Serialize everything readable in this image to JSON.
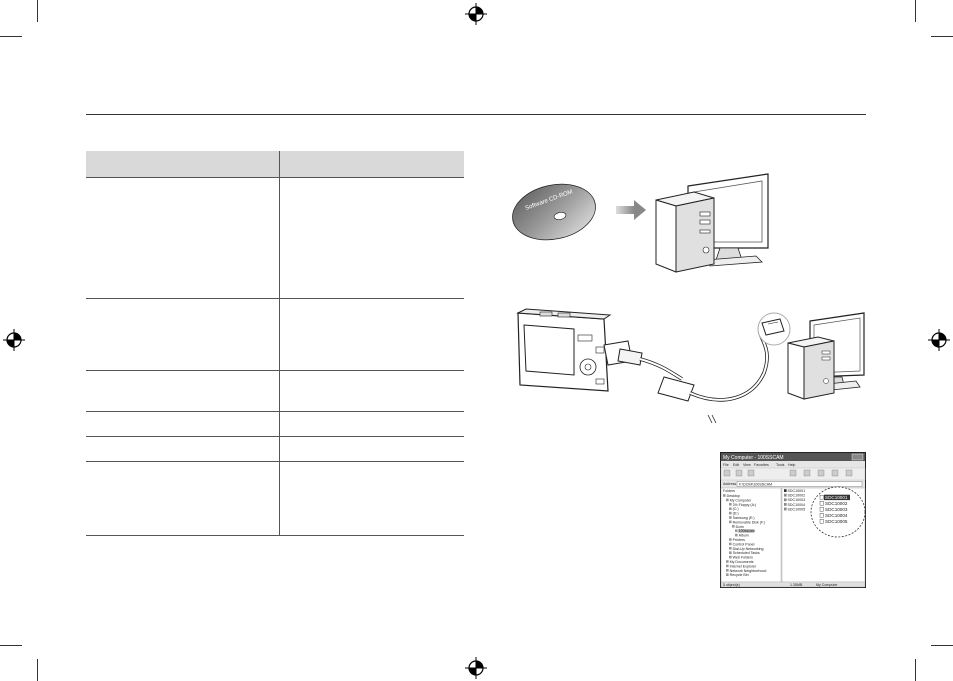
{
  "table": {
    "header": [
      "",
      ""
    ],
    "rows": [
      [
        "",
        ""
      ],
      [
        "",
        ""
      ],
      [
        "",
        ""
      ],
      [
        "",
        ""
      ],
      [
        "",
        ""
      ],
      [
        "",
        ""
      ]
    ]
  },
  "illustrations": {
    "cd": {
      "label": "Software CD-ROM"
    },
    "explorer": {
      "title": "My Computer - 100SSCAM",
      "menu": [
        "File",
        "Edit",
        "View",
        "Favorites",
        "Tools",
        "Help"
      ],
      "address_label": "Address",
      "address_value": "F:\\DCIM\\100SSCAM",
      "folders_label": "Folders",
      "tree": [
        "Desktop",
        "My Computer",
        "3½ Floppy (A:)",
        "(C:)",
        "(D:)",
        "Samsung (E:)",
        "Removable Disk (F:)",
        "Dcim",
        "100sscam",
        "Album",
        "Printers",
        "Control Panel",
        "Dial-Up Networking",
        "Scheduled Tasks",
        "Web Folders",
        "My Documents",
        "Internet Explorer",
        "Network Neighborhood",
        "Recycle Bin"
      ],
      "files": [
        "SDC10001",
        "SDC10002",
        "SDC10003",
        "SDC10004",
        "SDC10005"
      ],
      "zoom_files": [
        "SDC10001",
        "SDC10002",
        "SDC10003",
        "SDC10004",
        "SDC10005"
      ],
      "status_left": "5 object(s)",
      "status_mid": "1.35MB",
      "status_right": "My Computer"
    }
  }
}
